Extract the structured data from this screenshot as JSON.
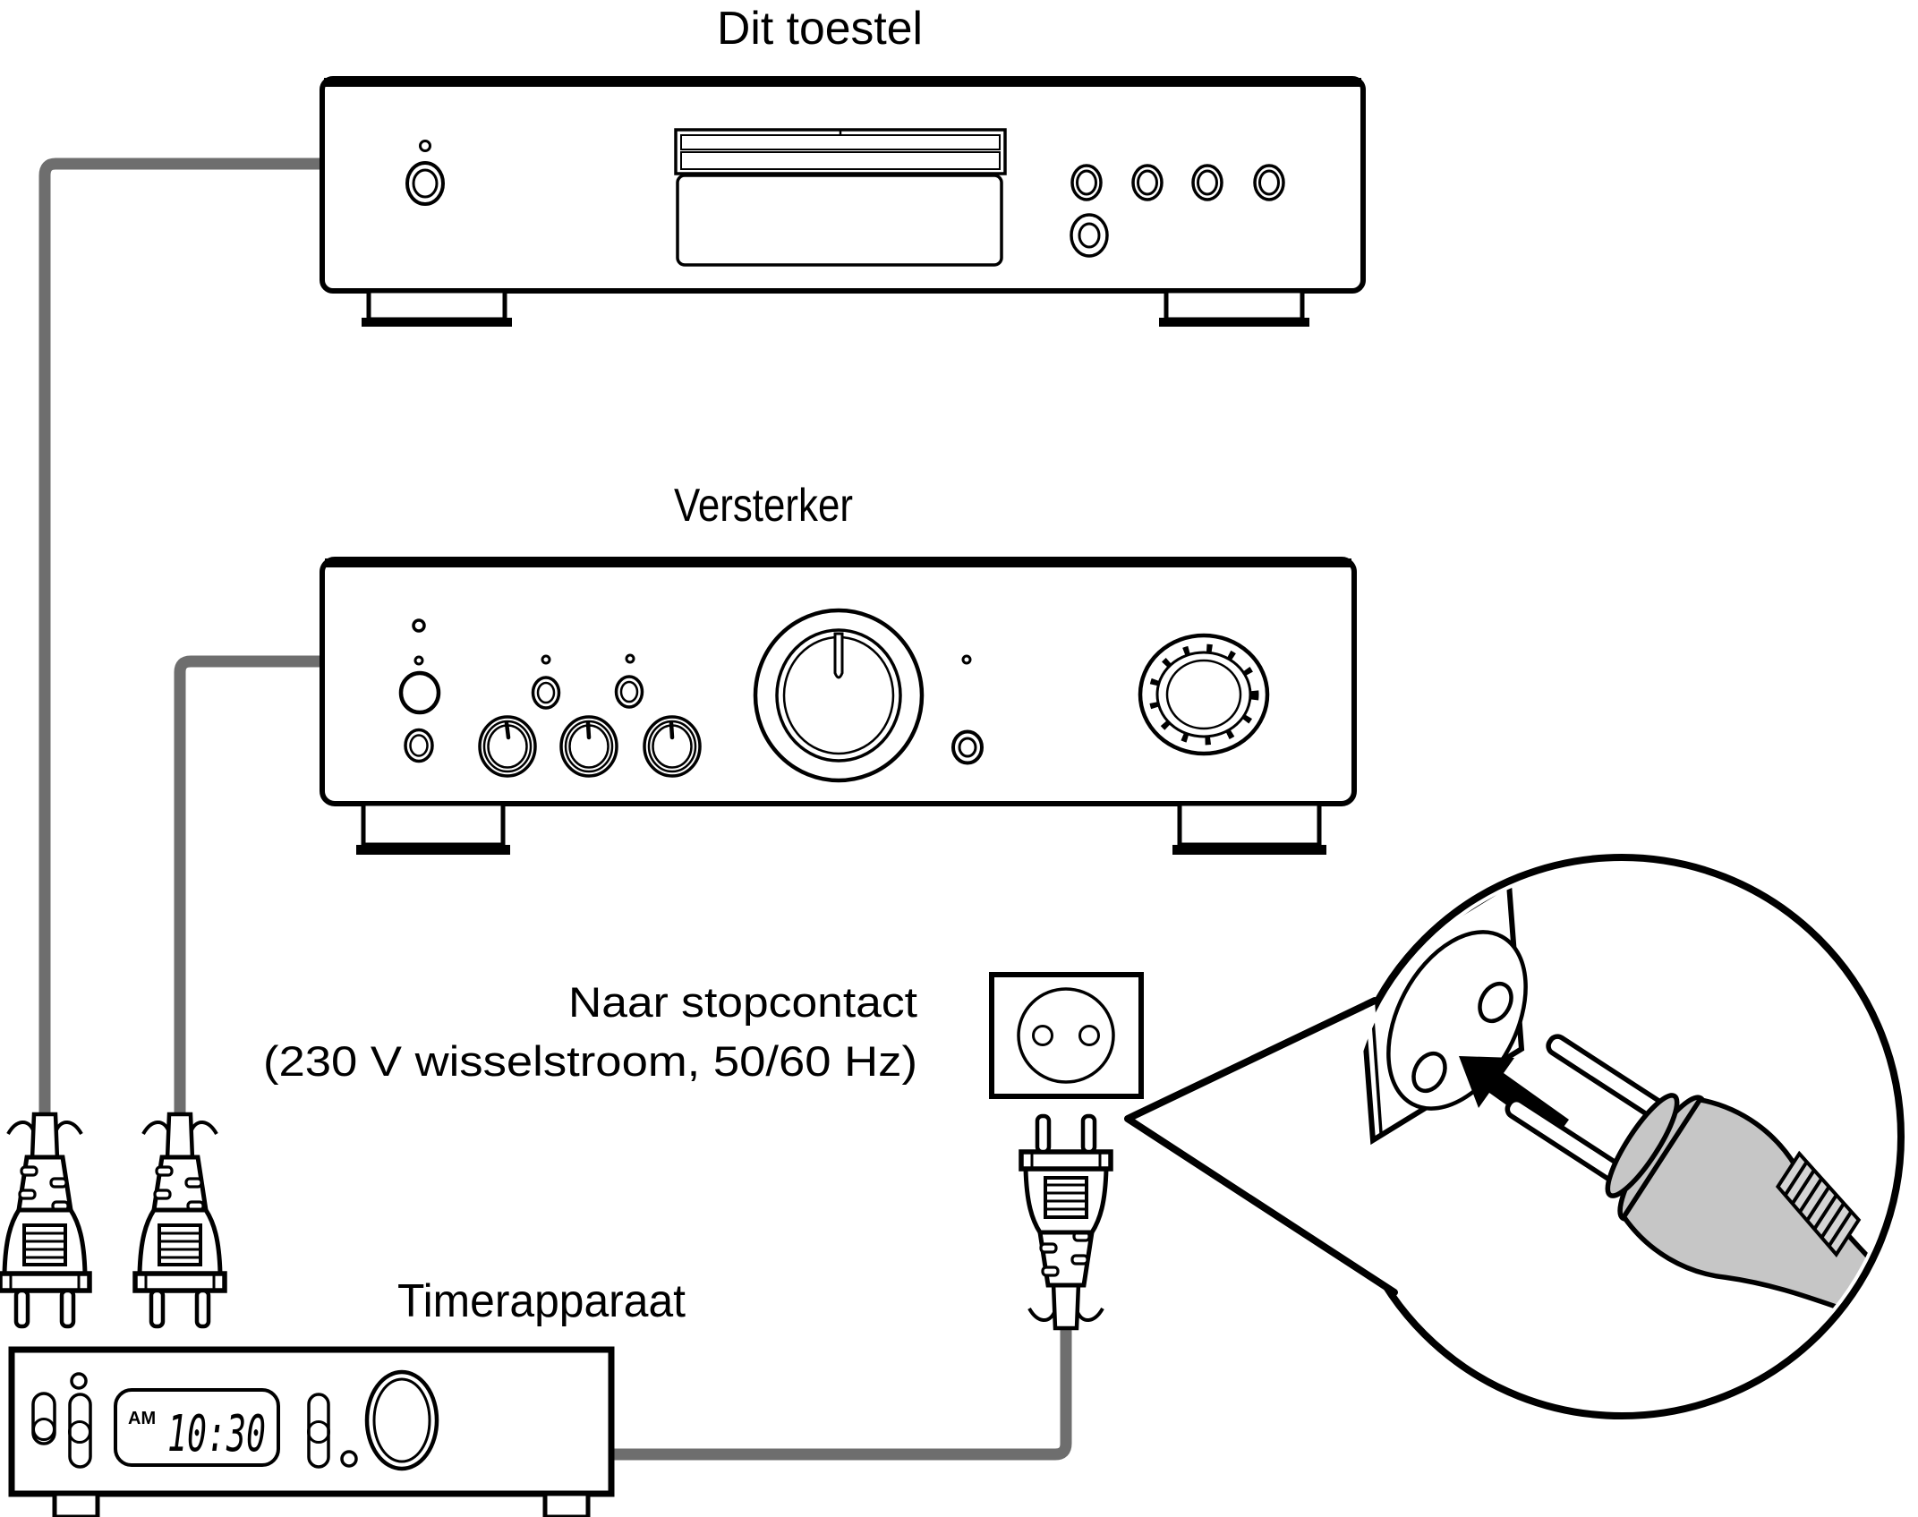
{
  "labels": {
    "cd_player": "Dit toestel",
    "amplifier": "Versterker",
    "timer": "Timerapparaat",
    "outlet_line1": "Naar stopcontact",
    "outlet_line2": "(230 V wisselstroom, 50/60 Hz)"
  },
  "timer_display": {
    "period": "AM",
    "time": "10:30"
  },
  "colors": {
    "outline": "#000000",
    "cord": "#6e6e6e",
    "plug_body": "#c6c6c6",
    "plug_grip": "#d4d4d4",
    "background": "#ffffff"
  },
  "figures": {
    "cd_player": "front panel with power button, disc tray and transport buttons",
    "amplifier": "front panel with power button, three tone knobs, volume knob and input knob",
    "timer": "timer unit with switches, digital clock display and dial",
    "plugs": "two-prong AC power plugs",
    "outlet": "wall socket symbol",
    "callout": "magnified view of plug being inserted into wall outlet"
  }
}
